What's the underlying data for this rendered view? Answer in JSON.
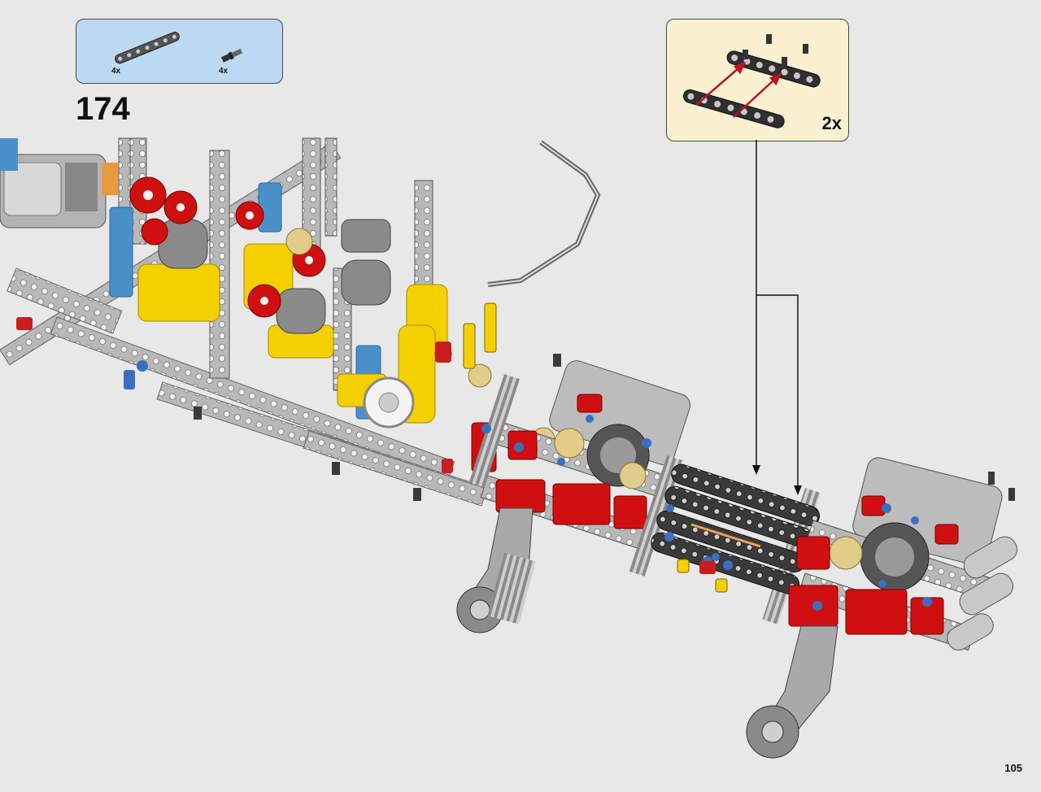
{
  "parts_list": {
    "items": [
      {
        "icon": "liftarm-7-icon",
        "qty": "4x"
      },
      {
        "icon": "axle-pin-icon",
        "qty": "4x"
      }
    ]
  },
  "step": {
    "number": "174"
  },
  "subassembly": {
    "qty": "2x"
  },
  "page": {
    "number": "105"
  },
  "colors": {
    "parts_bg": "#bcd8f2",
    "subassembly_bg": "#fbf0cf",
    "page_bg": "#e8e8e8",
    "red": "#d01010",
    "yellow": "#f5d000",
    "blue": "#4a90c8",
    "light_gray": "#b8b8b8",
    "dark_gray": "#444444"
  }
}
